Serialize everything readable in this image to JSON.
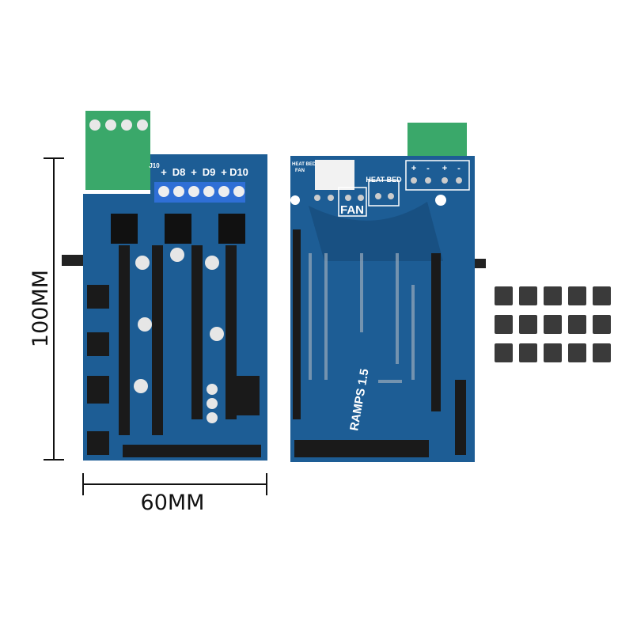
{
  "dimensions": {
    "height_label": "100MM",
    "width_label": "60MM"
  },
  "front_board": {
    "terminal_labels": [
      "+",
      "D8",
      "+",
      "D9",
      "+",
      "D10"
    ],
    "connector_label": "J10"
  },
  "back_board": {
    "board_name": "RAMPS 1.5",
    "heat_bed_label": "HEAT BED",
    "fan_label": "FAN",
    "corner_label_1": "HEAT BED",
    "corner_label_2": "FAN",
    "power_labels": [
      "+",
      "-",
      "+",
      "-"
    ]
  },
  "jumpers": {
    "rows": 3,
    "cols": 5
  },
  "colors": {
    "pcb": "#1d5d95",
    "pcb_dark": "#14446f",
    "terminal_green": "#3aa86a",
    "terminal_blue": "#2f6fd6",
    "jumper": "#3a3a3a"
  }
}
